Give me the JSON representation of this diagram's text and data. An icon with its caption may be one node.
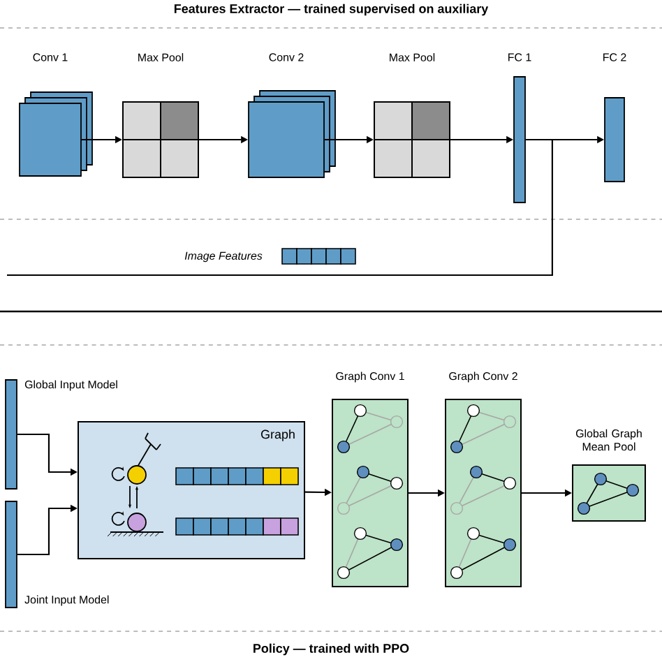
{
  "diagram": {
    "title": "Features Extractor — trained supervised on auxiliary",
    "nodes": [
      {
        "text": [
          "Conv 1"
        ]
      },
      {
        "text": [
          "Max Pool"
        ]
      },
      {
        "text": [
          "Conv 2"
        ]
      },
      {
        "text": [
          "Max Pool"
        ]
      },
      {
        "text": [
          "FC 1"
        ]
      },
      {
        "text": [
          "FC 2"
        ]
      },
      {
        "text": [
          "Global Input Model"
        ]
      },
      {
        "text": [
          "Joint Input Model"
        ]
      },
      {
        "text": [
          "Graph"
        ]
      },
      {
        "text": [
          "Graph Conv 1"
        ]
      },
      {
        "text": [
          "Graph Conv 2"
        ]
      },
      {
        "text": [
          "Global Graph Mean Pool"
        ]
      }
    ],
    "edges": [
      {
        "from": 0,
        "to": 1,
        "arrow": "to"
      },
      {
        "from": 1,
        "to": 2,
        "arrow": "to"
      },
      {
        "from": 2,
        "to": 3,
        "arrow": "to"
      },
      {
        "from": 3,
        "to": 4,
        "arrow": "to"
      },
      {
        "from": 4,
        "to": 5,
        "arrow": "to"
      },
      {
        "from": 4,
        "to": null,
        "arrow": "none",
        "label": "Image Features"
      },
      {
        "from": 6,
        "to": 8,
        "arrow": "to"
      },
      {
        "from": 7,
        "to": 8,
        "arrow": "to"
      },
      {
        "from": 8,
        "to": 9,
        "arrow": "to"
      },
      {
        "from": 9,
        "to": 10,
        "arrow": "to"
      },
      {
        "from": 10,
        "to": 11,
        "arrow": "to"
      }
    ],
    "labels": [
      "Policy — trained with PPO"
    ]
  }
}
